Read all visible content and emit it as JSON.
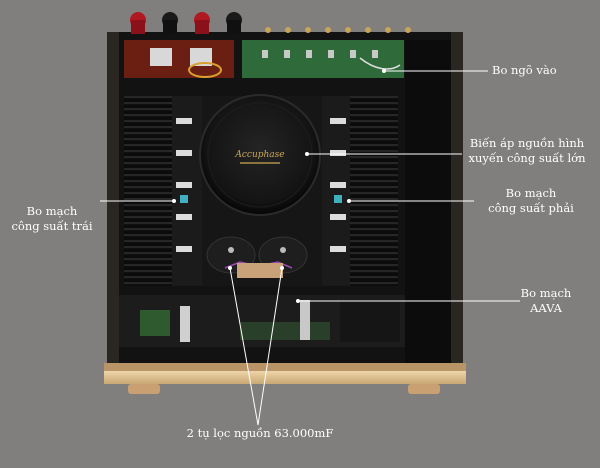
{
  "labels": {
    "input_board": "Bo ngõ vào",
    "transformer_line1": "Biến áp nguồn hình",
    "transformer_line2": "xuyến công suất lớn",
    "right_amp_line1": "Bo mạch",
    "right_amp_line2": "công suất phải",
    "left_amp_line1": "Bo mạch",
    "left_amp_line2": "công suất trái",
    "aava_line1": "Bo mạch",
    "aava_line2": "AAVA",
    "capacitors": "2 tụ lọc nguồn 63.000mF"
  },
  "brand_logo": "Accuphase",
  "colors": {
    "background": "#807f7d",
    "chassis": "#121212",
    "front_panel": "#e6c89a",
    "pcb_green": "#2f6b3a",
    "terminal_red": "#b01822",
    "callout_line": "#ffffff"
  }
}
